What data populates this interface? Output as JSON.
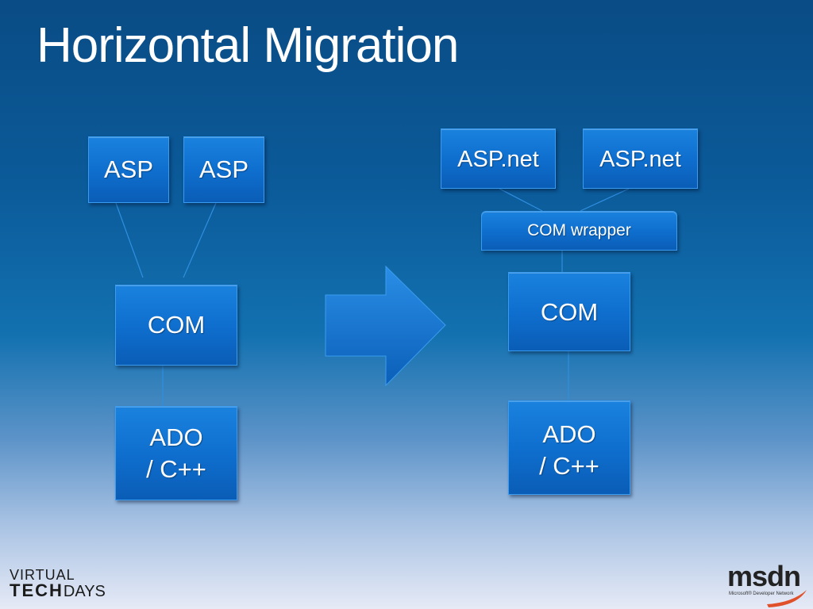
{
  "title": "Horizontal Migration",
  "colors": {
    "box_fill": "#0f6fcf",
    "box_border": "#3a9cf0",
    "connector": "#2f8fe0",
    "arrow_fill": "#1a82de",
    "background_top": "#0a4c85",
    "background_bottom": "#e6eaf6"
  },
  "left_diagram": {
    "asp_1": "ASP",
    "asp_2": "ASP",
    "com": "COM",
    "ado": "ADO\n/ C++"
  },
  "right_diagram": {
    "aspnet_1": "ASP.net",
    "aspnet_2": "ASP.net",
    "com_wrapper": "COM wrapper",
    "com": "COM",
    "ado": "ADO\n/ C++"
  },
  "footer": {
    "left_logo_line1": "VIRTUAL",
    "left_logo_tech": "TECH",
    "left_logo_days": "DAYS",
    "right_logo_word": "msdn",
    "right_logo_sub": "Microsoft® Developer Network"
  }
}
